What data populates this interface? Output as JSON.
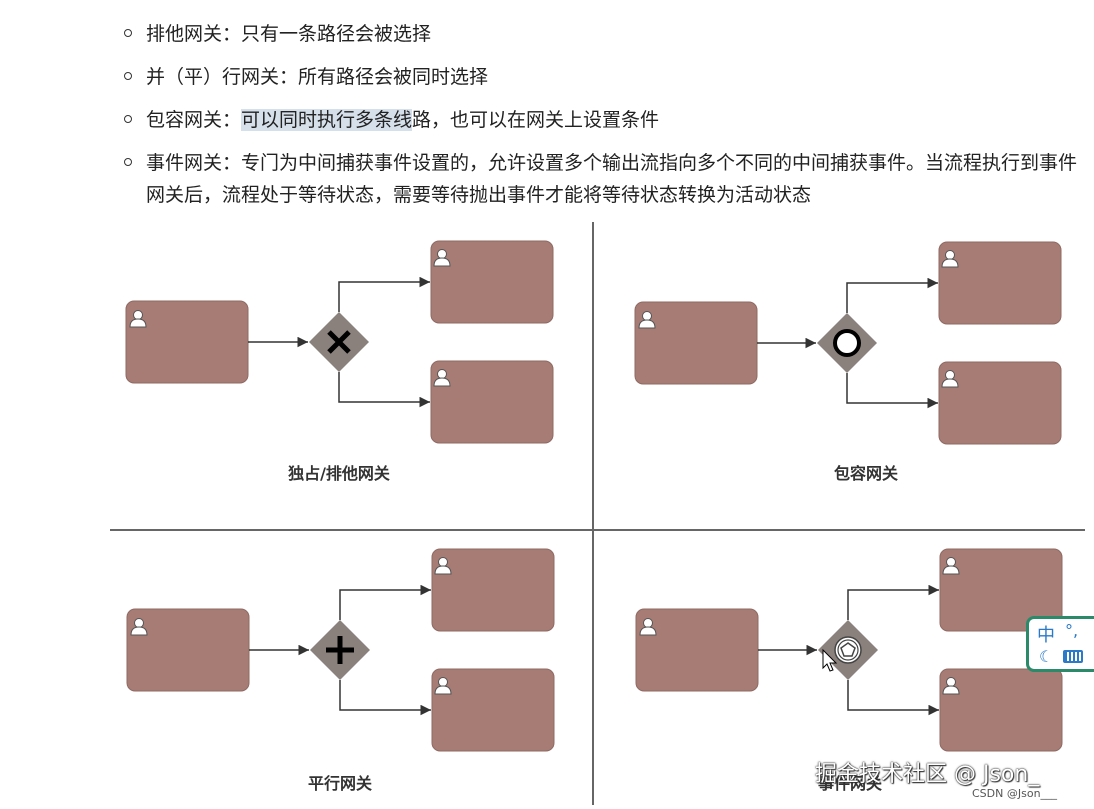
{
  "bullets": [
    {
      "label": "排他网关：",
      "text": "只有一条路径会被选择"
    },
    {
      "label": "并（平）行网关：",
      "text": "所有路径会被同时选择"
    },
    {
      "label": "包容网关：",
      "highlight": "可以同时执行多条线",
      "text": "路，也可以在网关上设置条件"
    },
    {
      "label": "事件网关：",
      "text": "专门为中间捕获事件设置的，允许设置多个输出流指向多个不同的中间捕获事件。当流程执行到事件网关后，流程处于等待状态，需要等待抛出事件才能将等待状态转换为活动状态"
    }
  ],
  "diagram": {
    "captions": {
      "exclusive": "独占/排他网关",
      "inclusive": "包容网关",
      "parallel": "平行网关",
      "event": "事件网关"
    },
    "colors": {
      "task": "#a67c75",
      "gateway": "#8a817d",
      "divider": "#666666"
    },
    "icons": {
      "exclusive": "x-marker-icon",
      "inclusive": "circle-marker-icon",
      "parallel": "plus-marker-icon",
      "event": "pentagon-event-icon",
      "task": "user-task-icon"
    }
  },
  "ime": {
    "lang": "中",
    "punct": "°,"
  },
  "watermark": {
    "main": "掘金技术社区 @ Json_",
    "sub": "CSDN @Json___"
  }
}
